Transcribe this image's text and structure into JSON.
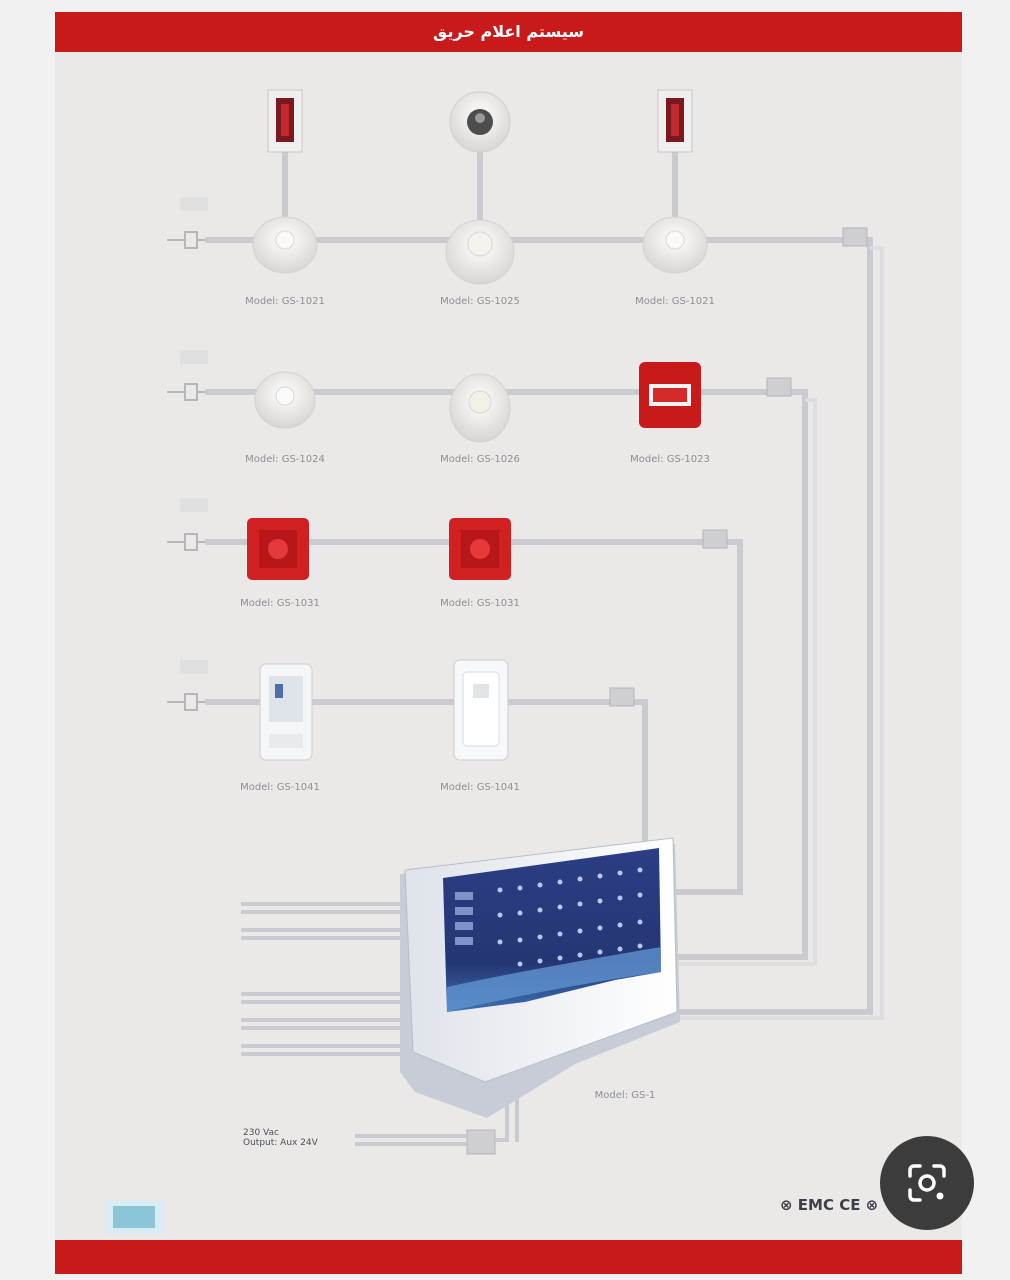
{
  "header": {
    "title": "سیستم اعلام حریق"
  },
  "device_labels": {
    "row1": [
      "Model: GS-1021",
      "Model: GS-1025",
      "Model: GS-1021"
    ],
    "row2": [
      "Model: GS-1024",
      "Model: GS-1026",
      "Model: GS-1023"
    ],
    "row3": [
      "Model: GS-1031",
      "Model: GS-1031"
    ],
    "row4": [
      "Model: GS-1041",
      "Model: GS-1041"
    ]
  },
  "panel": {
    "label": "Model: GS-1"
  },
  "power": {
    "label_line1": "230 Vac",
    "label_line2": "Output: Aux 24V"
  },
  "certifications": "⊗ EMC CE ⊗",
  "colors": {
    "brand_red": "#c8191b",
    "wire": "#c9c9cf",
    "panel_blue": "#2a3f7d",
    "lens_button": "#3c3c3c"
  },
  "icons": {
    "lens": "camera-search-icon"
  }
}
